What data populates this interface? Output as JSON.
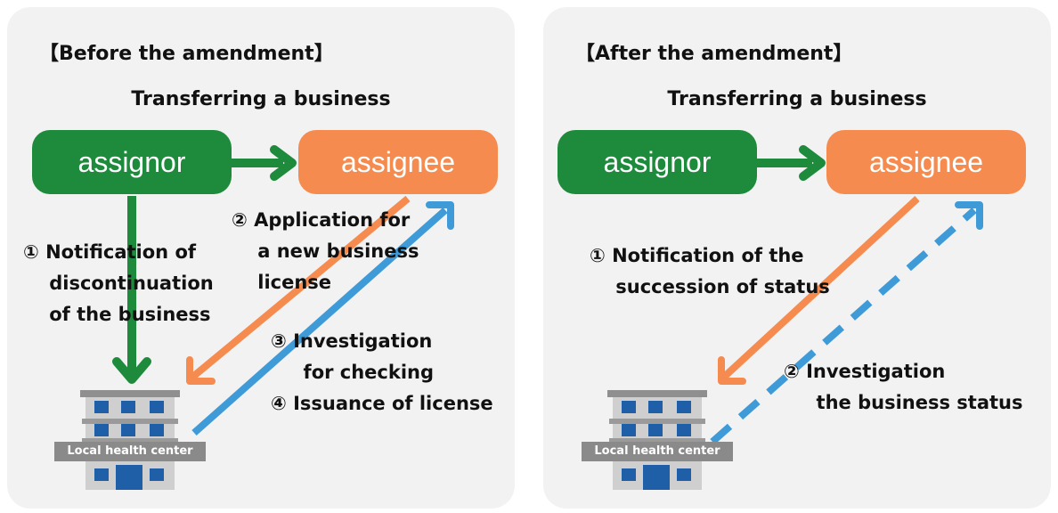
{
  "before": {
    "title": "【Before the amendment】",
    "subtitle": "Transferring a business",
    "assignor": "assignor",
    "assignee": "assignee",
    "step1": "① Notification of\n    discontinuation\n    of the business",
    "step2": "② Application for\n    a new business\n    license",
    "step3": "③ Investigation\n     for checking",
    "step4": "④ Issuance of license",
    "health_center": "Local health center"
  },
  "after": {
    "title": "【After the amendment】",
    "subtitle": "Transferring a business",
    "assignor": "assignor",
    "assignee": "assignee",
    "step1": "① Notification of the\n    succession of status",
    "step2": "② Investigation\n     the business status",
    "health_center": "Local health center"
  },
  "colors": {
    "green": "#1e8a3c",
    "orange": "#f68b4f",
    "blue": "#3f9ad8",
    "panel": "#f2f2f2"
  },
  "icons": [
    "building-icon"
  ]
}
